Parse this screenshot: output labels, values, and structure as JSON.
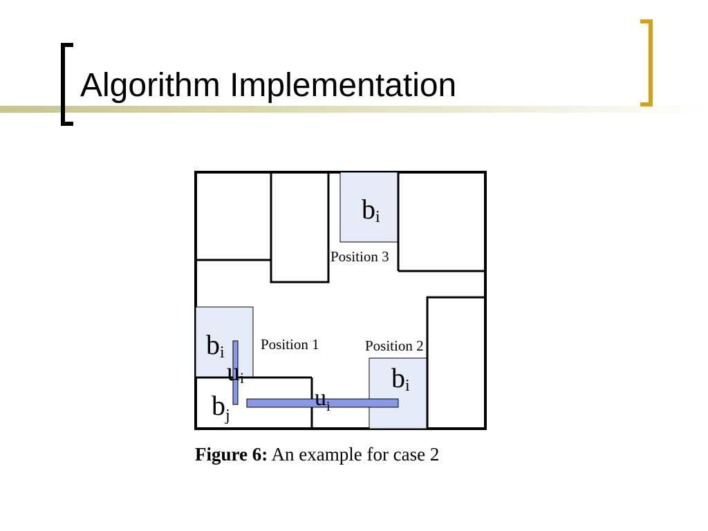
{
  "slide": {
    "title": "Algorithm Implementation"
  },
  "colors": {
    "accent_bracket": "#d4a017",
    "title_bar": "#c5c58f",
    "block_fill": "#e6ecf7",
    "unit_fill": "#8a98e8"
  },
  "figure": {
    "labels": {
      "position_1": "Position 1",
      "position_2": "Position 2",
      "position_3": "Position 3"
    },
    "blocks": {
      "bi_top": {
        "base": "b",
        "sub": "i"
      },
      "bi_left": {
        "base": "b",
        "sub": "i"
      },
      "bi_right": {
        "base": "b",
        "sub": "i"
      },
      "bj": {
        "base": "b",
        "sub": "j"
      },
      "ui_vertical": {
        "base": "u",
        "sub": "i"
      },
      "ui_horizontal": {
        "base": "u",
        "sub": "i"
      }
    },
    "caption": {
      "prefix": "Figure 6:",
      "text": "An example for case 2"
    }
  }
}
